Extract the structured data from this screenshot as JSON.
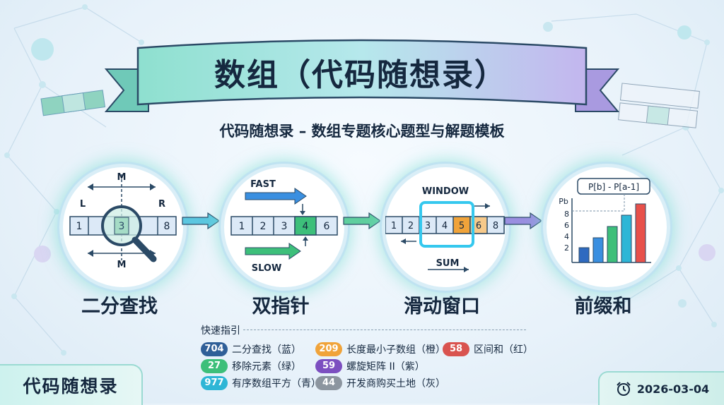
{
  "title": "数组（代码随想录）",
  "subtitle": "代码随想录 – 数组专题核心题型与解题模板",
  "colors": {
    "blue": "#2f5f98",
    "green": "#3dbf7a",
    "teal": "#2eb6d6",
    "orange": "#f0a33a",
    "purple": "#7c4fc0",
    "red": "#d9534f",
    "gray": "#8c959f",
    "cell": "#dce9f7"
  },
  "stages": [
    {
      "label": "二分查找",
      "icon": "magnifier-icon",
      "texts": {
        "m_top": "M",
        "m_bottom": "M",
        "l": "L",
        "r": "R"
      },
      "cells": [
        "1",
        "3",
        "8"
      ]
    },
    {
      "label": "双指针",
      "icon": "two-pointers-icon",
      "texts": {
        "fast": "FAST",
        "slow": "SLOW"
      },
      "cells": [
        "1",
        "2",
        "3",
        "4",
        "6"
      ]
    },
    {
      "label": "滑动窗口",
      "icon": "window-icon",
      "texts": {
        "window": "WINDOW",
        "sum": "SUM"
      },
      "cells": [
        "1",
        "2",
        "3",
        "4",
        "5",
        "6",
        "8"
      ]
    },
    {
      "label": "前缀和",
      "icon": "bar-chart-icon",
      "texts": {
        "formula": "P[b] - P[a-1]",
        "axis": "Pb"
      },
      "ticks": [
        "8",
        "6",
        "4",
        "2"
      ]
    }
  ],
  "legend": {
    "title": "快速指引",
    "items": [
      {
        "num": "704",
        "text": "二分查找（蓝）",
        "color": "#2f5f98"
      },
      {
        "num": "209",
        "text": "长度最小子数组（橙）",
        "color": "#f0a33a"
      },
      {
        "num": "58",
        "text": "区间和（红）",
        "color": "#d9534f"
      },
      {
        "num": "27",
        "text": "移除元素（绿）",
        "color": "#3dbf7a"
      },
      {
        "num": "59",
        "text": "螺旋矩阵 II（紫）",
        "color": "#7c4fc0"
      },
      {
        "num": "977",
        "text": "有序数组平方（青）",
        "color": "#2eb6d6"
      },
      {
        "num": "44",
        "text": "开发商购买土地（灰）",
        "color": "#8c959f"
      }
    ]
  },
  "brand": "代码随想录",
  "date": "2026-03-04"
}
